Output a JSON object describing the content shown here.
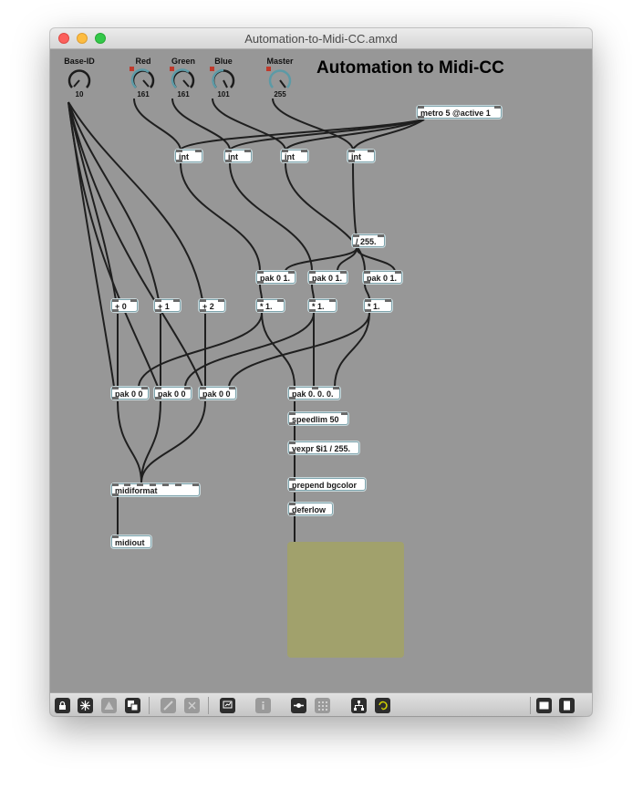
{
  "window": {
    "title": "Automation-to-Midi-CC.amxd"
  },
  "heading": "Automation to Midi-CC",
  "dials": [
    {
      "label": "Base-ID",
      "value": "10"
    },
    {
      "label": "Red",
      "value": "161"
    },
    {
      "label": "Green",
      "value": "161"
    },
    {
      "label": "Blue",
      "value": "101"
    },
    {
      "label": "Master",
      "value": "255"
    }
  ],
  "objects": {
    "metro": "metro 5 @active 1",
    "int1": "int",
    "int2": "int",
    "int3": "int",
    "int4": "int",
    "div255": "/ 255.",
    "pak01_1": "pak 0 1.",
    "pak01_2": "pak 0 1.",
    "pak01_3": "pak 0 1.",
    "add0": "+ 0",
    "add1": "+ 1",
    "add2": "+ 2",
    "mul1": "* 1.",
    "mul2": "* 1.",
    "mul3": "* 1.",
    "pak00_1": "pak 0 0",
    "pak00_2": "pak 0 0",
    "pak00_3": "pak 0 0",
    "pak000": "pak 0. 0. 0.",
    "speedlim": "speedlim 50",
    "vexpr": "vexpr $i1 / 255.",
    "midiformat": "midiformat",
    "prepend": "prepend bgcolor",
    "deferlow": "deferlow",
    "midiout": "midiout"
  },
  "colors": {
    "canvas": "#979797",
    "panel": "#a1a16c",
    "dial_accent": "#5c9aa6",
    "mod_indicator": "#c0392b"
  },
  "toolbar": {
    "icons": [
      "lock-icon",
      "freeze-icon",
      "warning-icon",
      "presentation-icon",
      "wrench-icon",
      "delete-icon",
      "inspector-icon",
      "info-icon",
      "patch-cord-icon",
      "grid-icon",
      "hierarchy-icon",
      "debug-icon",
      "split-left-icon",
      "split-right-icon"
    ]
  }
}
